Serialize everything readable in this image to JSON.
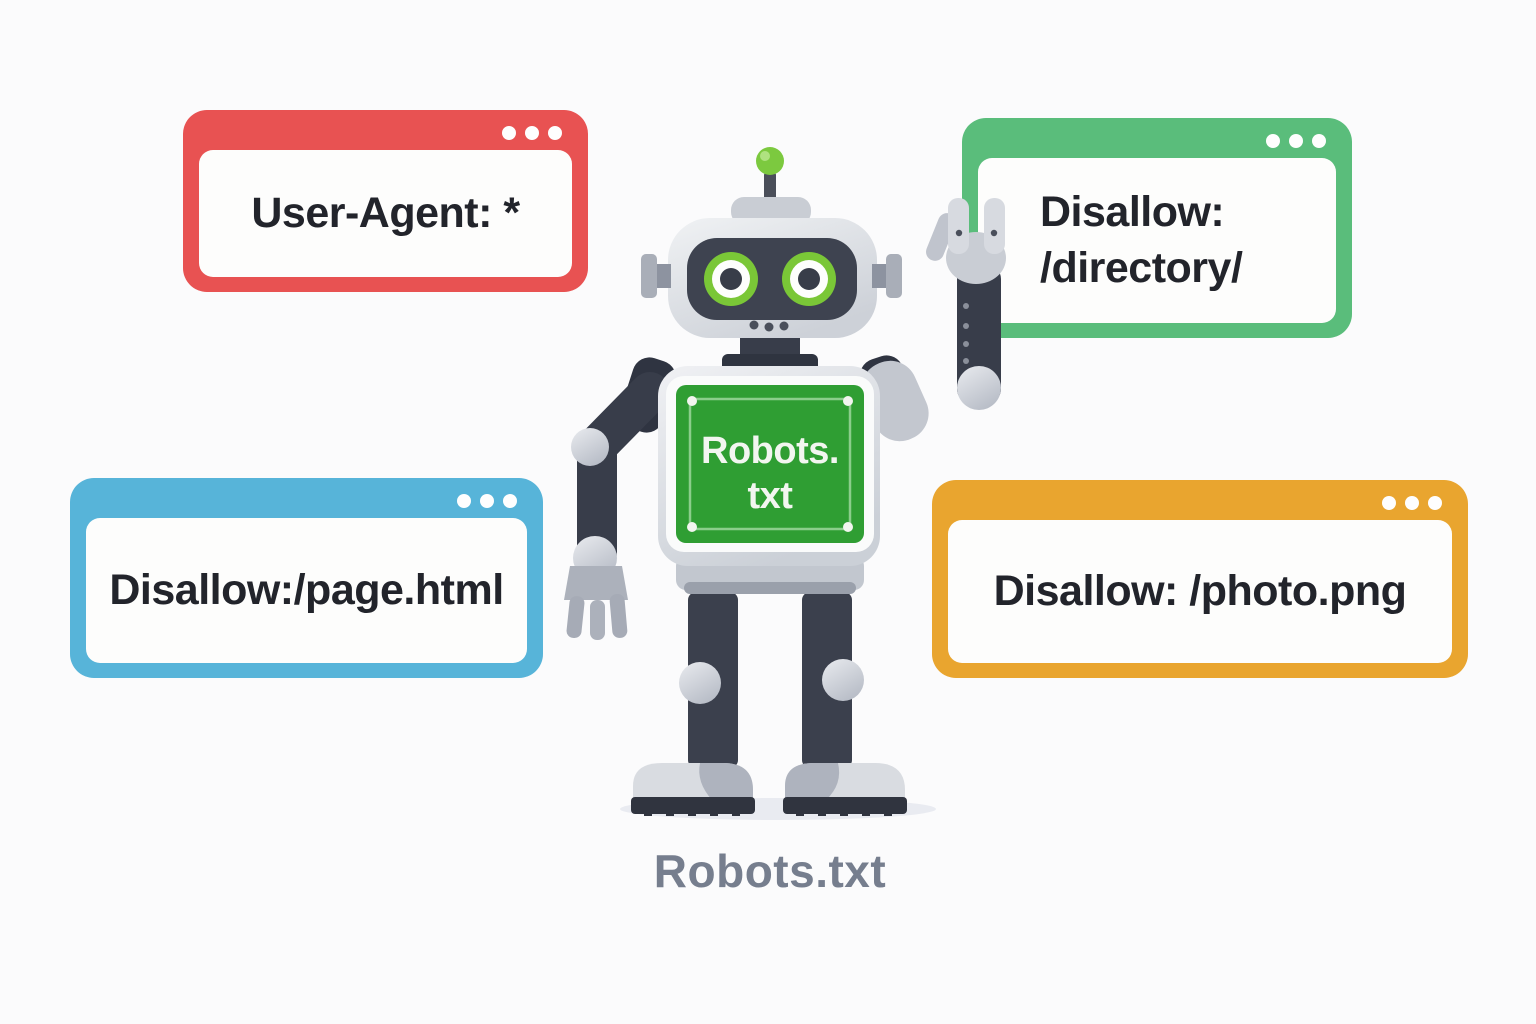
{
  "page": {
    "background": "#FBFBFC",
    "text_color": "#22242B"
  },
  "windows": {
    "user_agent": {
      "label": "User-Agent: *",
      "accent": "#E85252"
    },
    "disallow_directory": {
      "line1": "Disallow:",
      "line2": "/directory/",
      "accent": "#5ABD7B"
    },
    "disallow_page": {
      "label": "Disallow:/page.html",
      "accent": "#57B4D9"
    },
    "disallow_photo": {
      "label": "Disallow: /photo.png",
      "accent": "#E9A52F"
    }
  },
  "robot": {
    "chest_screen": {
      "line1": "Robots.",
      "line2": "txt",
      "color": "#2F9E33"
    },
    "accent_green": "#7AC737"
  },
  "caption": {
    "label": "Robots.txt",
    "color": "#767E8E"
  }
}
